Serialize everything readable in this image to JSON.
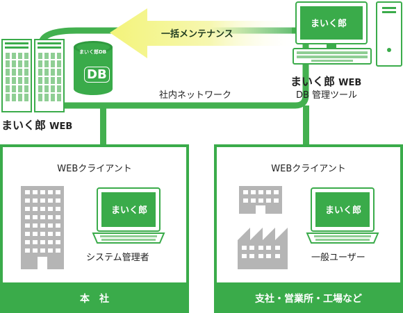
{
  "colors": {
    "brand_green": "#3aab4a",
    "line_green": "#43b04f",
    "light_green_screen": "#48ad51",
    "gray_building": "#b5b5b5",
    "arrow_yellow": "#f4f59a",
    "text_dark": "#222222",
    "white": "#ffffff"
  },
  "icons": {
    "server_rack": "server-rack-icon",
    "database": "database-icon",
    "desktop": "desktop-computer-icon",
    "laptop": "laptop-icon",
    "office_building": "office-building-icon",
    "factory": "factory-icon",
    "arrow": "left-arrow-icon"
  },
  "top": {
    "arrow_label": "一括メンテナンス",
    "network_label": "社内ネットワーク",
    "server_title": "まいく郎",
    "server_title_suffix": "WEB",
    "db_label": "DB",
    "db_small_label": "まいく郎DB",
    "desktop_screen_label": "まいく郎",
    "desktop_title": "まいく郎",
    "desktop_title_suffix": "WEB",
    "desktop_subtitle": "DB 管理ツール"
  },
  "panels": [
    {
      "header": "WEBクライアント",
      "laptop_screen_label": "まいく郎",
      "role": "システム管理者",
      "footer": "本　社"
    },
    {
      "header": "WEBクライアント",
      "laptop_screen_label": "まいく郎",
      "role": "一般ユーザー",
      "footer": "支社・営業所・工場など"
    }
  ]
}
